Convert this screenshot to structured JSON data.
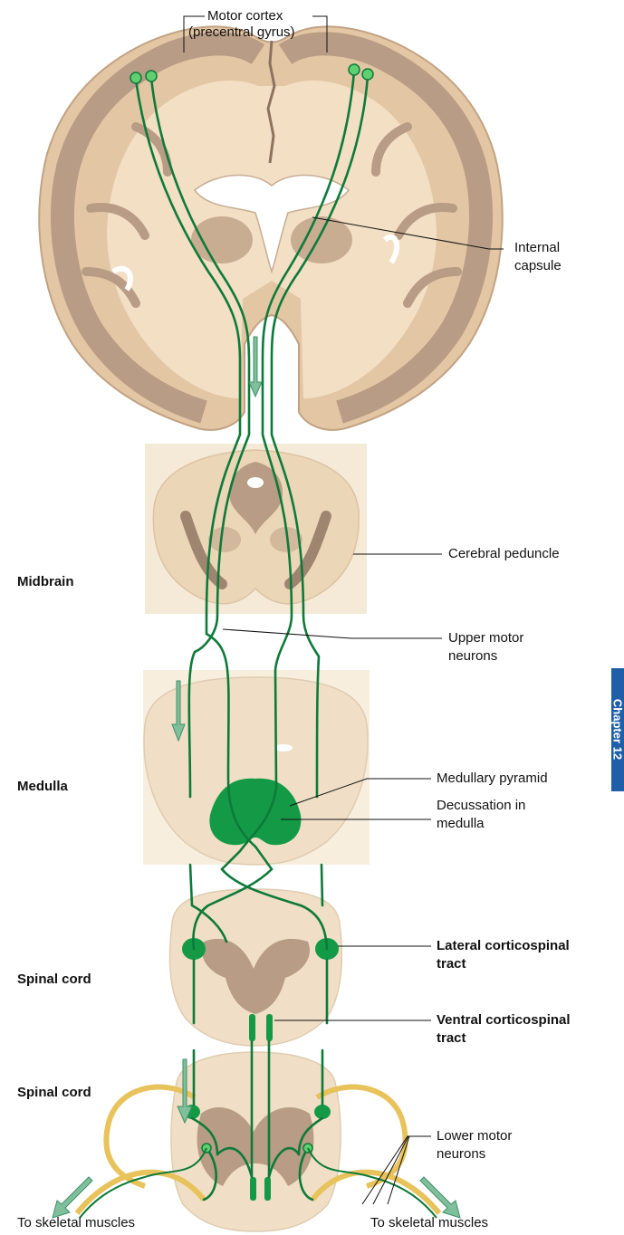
{
  "labels": {
    "motor_cortex": "Motor cortex",
    "precentral": "(precentral gyrus)",
    "internal_capsule_1": "Internal",
    "internal_capsule_2": "capsule",
    "cerebral_peduncle": "Cerebral peduncle",
    "midbrain": "Midbrain",
    "upper_motor_1": "Upper motor",
    "upper_motor_2": "neurons",
    "medulla": "Medulla",
    "medullary_pyramid": "Medullary pyramid",
    "decussation_1": "Decussation in",
    "decussation_2": "medulla",
    "lateral_1": "Lateral corticospinal",
    "lateral_2": "tract",
    "spinal_cord_1": "Spinal cord",
    "ventral_1": "Ventral corticospinal",
    "ventral_2": "tract",
    "spinal_cord_2": "Spinal cord",
    "lower_motor_1": "Lower motor",
    "lower_motor_2": "neurons",
    "skeletal_left": "To skeletal muscles",
    "skeletal_right": "To skeletal muscles",
    "side_tab": "Chapter 12"
  },
  "colors": {
    "tissue": "#f1dcc1",
    "gray_matter": "#b89c85",
    "tract": "#0e7a3a",
    "pyramid": "#149a46",
    "nerve": "#e8c25a",
    "arrow": "#7fbf9c",
    "tab": "#1f5fa8"
  }
}
